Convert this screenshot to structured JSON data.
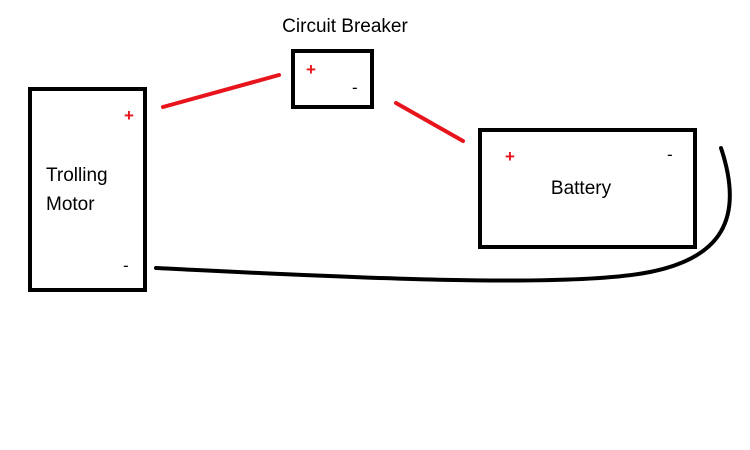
{
  "title": "Circuit Breaker",
  "components": {
    "trolling_motor": {
      "label_line1": "Trolling",
      "label_line2": "Motor",
      "positive": "+",
      "negative": "-"
    },
    "circuit_breaker": {
      "positive": "+",
      "negative": "-"
    },
    "battery": {
      "label": "Battery",
      "positive": "+",
      "negative": "-"
    }
  },
  "colors": {
    "positive_wire": "#e8141c",
    "negative_wire": "#000000",
    "box_outline": "#000000",
    "background": "#ffffff"
  }
}
